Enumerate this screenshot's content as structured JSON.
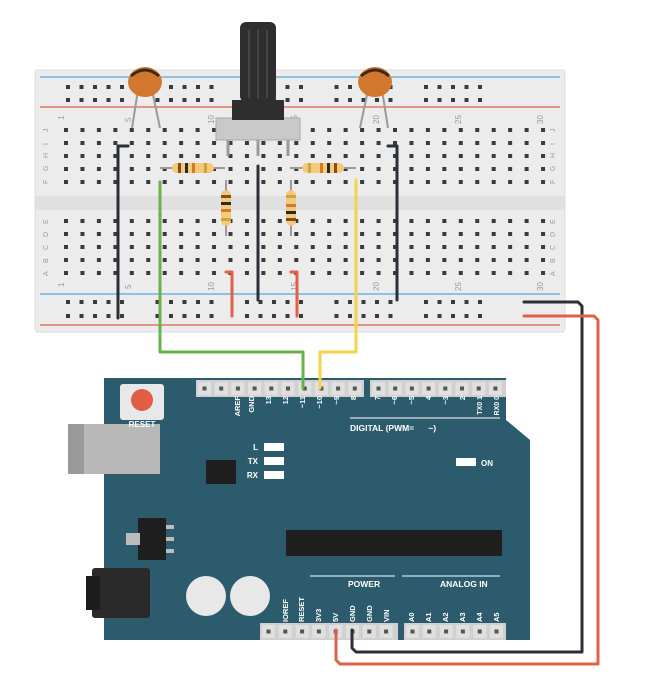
{
  "breadboard": {
    "column_numbers": [
      "1",
      "5",
      "10",
      "15",
      "20",
      "25",
      "30"
    ],
    "row_letters_top": [
      "J",
      "I",
      "H",
      "G",
      "F"
    ],
    "row_letters_bottom": [
      "E",
      "D",
      "C",
      "B",
      "A"
    ]
  },
  "arduino": {
    "reset_label": "RESET",
    "digital_pins": [
      "AREF",
      "GND",
      "13",
      "12",
      "~11",
      "~10",
      "~9",
      "8",
      "7",
      "~6",
      "~5",
      "4",
      "~3",
      "2",
      "TX0 1",
      "RX0 0"
    ],
    "digital_label": "DIGITAL (PWM=      ~)",
    "led_labels": [
      "L",
      "TX",
      "RX"
    ],
    "on_label": "ON",
    "power_label": "POWER",
    "analog_label": "ANALOG IN",
    "power_pins": [
      "IOREF",
      "RESET",
      "3V3",
      "5V",
      "GND",
      "GND",
      "VIN"
    ],
    "analog_pins": [
      "A0",
      "A1",
      "A2",
      "A3",
      "A4",
      "A5"
    ]
  },
  "colors": {
    "board": "#2b5b6c",
    "breadboard": "#ececec",
    "wire_green": "#6ab04c",
    "wire_yellow": "#f1d54a",
    "wire_black": "#2a2f38",
    "wire_red": "#e0604a",
    "rail_blue": "#5aa9d6",
    "rail_red": "#e0604a",
    "capacitor": "#d1772e"
  }
}
